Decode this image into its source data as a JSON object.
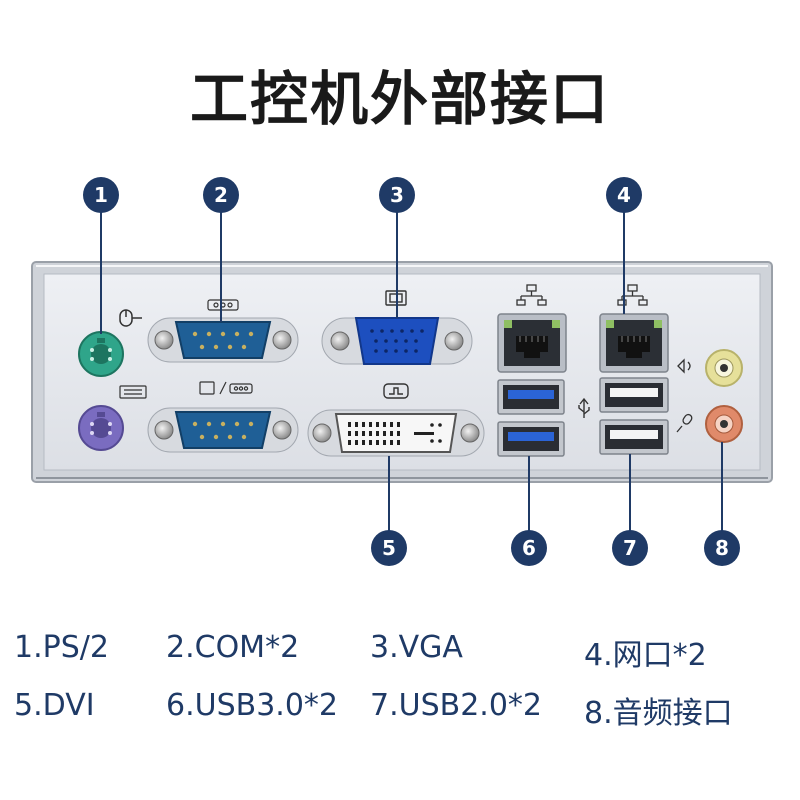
{
  "title": "工控机外部接口",
  "colors": {
    "marker": "#1f3a66",
    "ps2_mouse": "#2fa58a",
    "ps2_keyboard": "#7a6cc0",
    "com_port": "#1f5f96",
    "vga_port": "#1d4fbf",
    "usb3": "#2b64d6",
    "audio_line": "#e6e09a",
    "audio_mic": "#e08a6a",
    "panel": "#e4e7ec"
  },
  "markers": [
    {
      "number": "1"
    },
    {
      "number": "2"
    },
    {
      "number": "3"
    },
    {
      "number": "4"
    },
    {
      "number": "5"
    },
    {
      "number": "6"
    },
    {
      "number": "7"
    },
    {
      "number": "8"
    }
  ],
  "legend": [
    {
      "text": "1.PS/2"
    },
    {
      "text": "2.COM*2"
    },
    {
      "text": "3.VGA"
    },
    {
      "text": "4.网口*2"
    },
    {
      "text": "5.DVI"
    },
    {
      "text": "6.USB3.0*2"
    },
    {
      "text": "7.USB2.0*2"
    },
    {
      "text": "8.音频接口"
    }
  ],
  "icons": [
    "mouse-icon",
    "keyboard-icon",
    "serial-icon",
    "monitor-icon",
    "dvi-icon",
    "network-icon",
    "usb-icon",
    "line-out-icon",
    "microphone-icon"
  ]
}
